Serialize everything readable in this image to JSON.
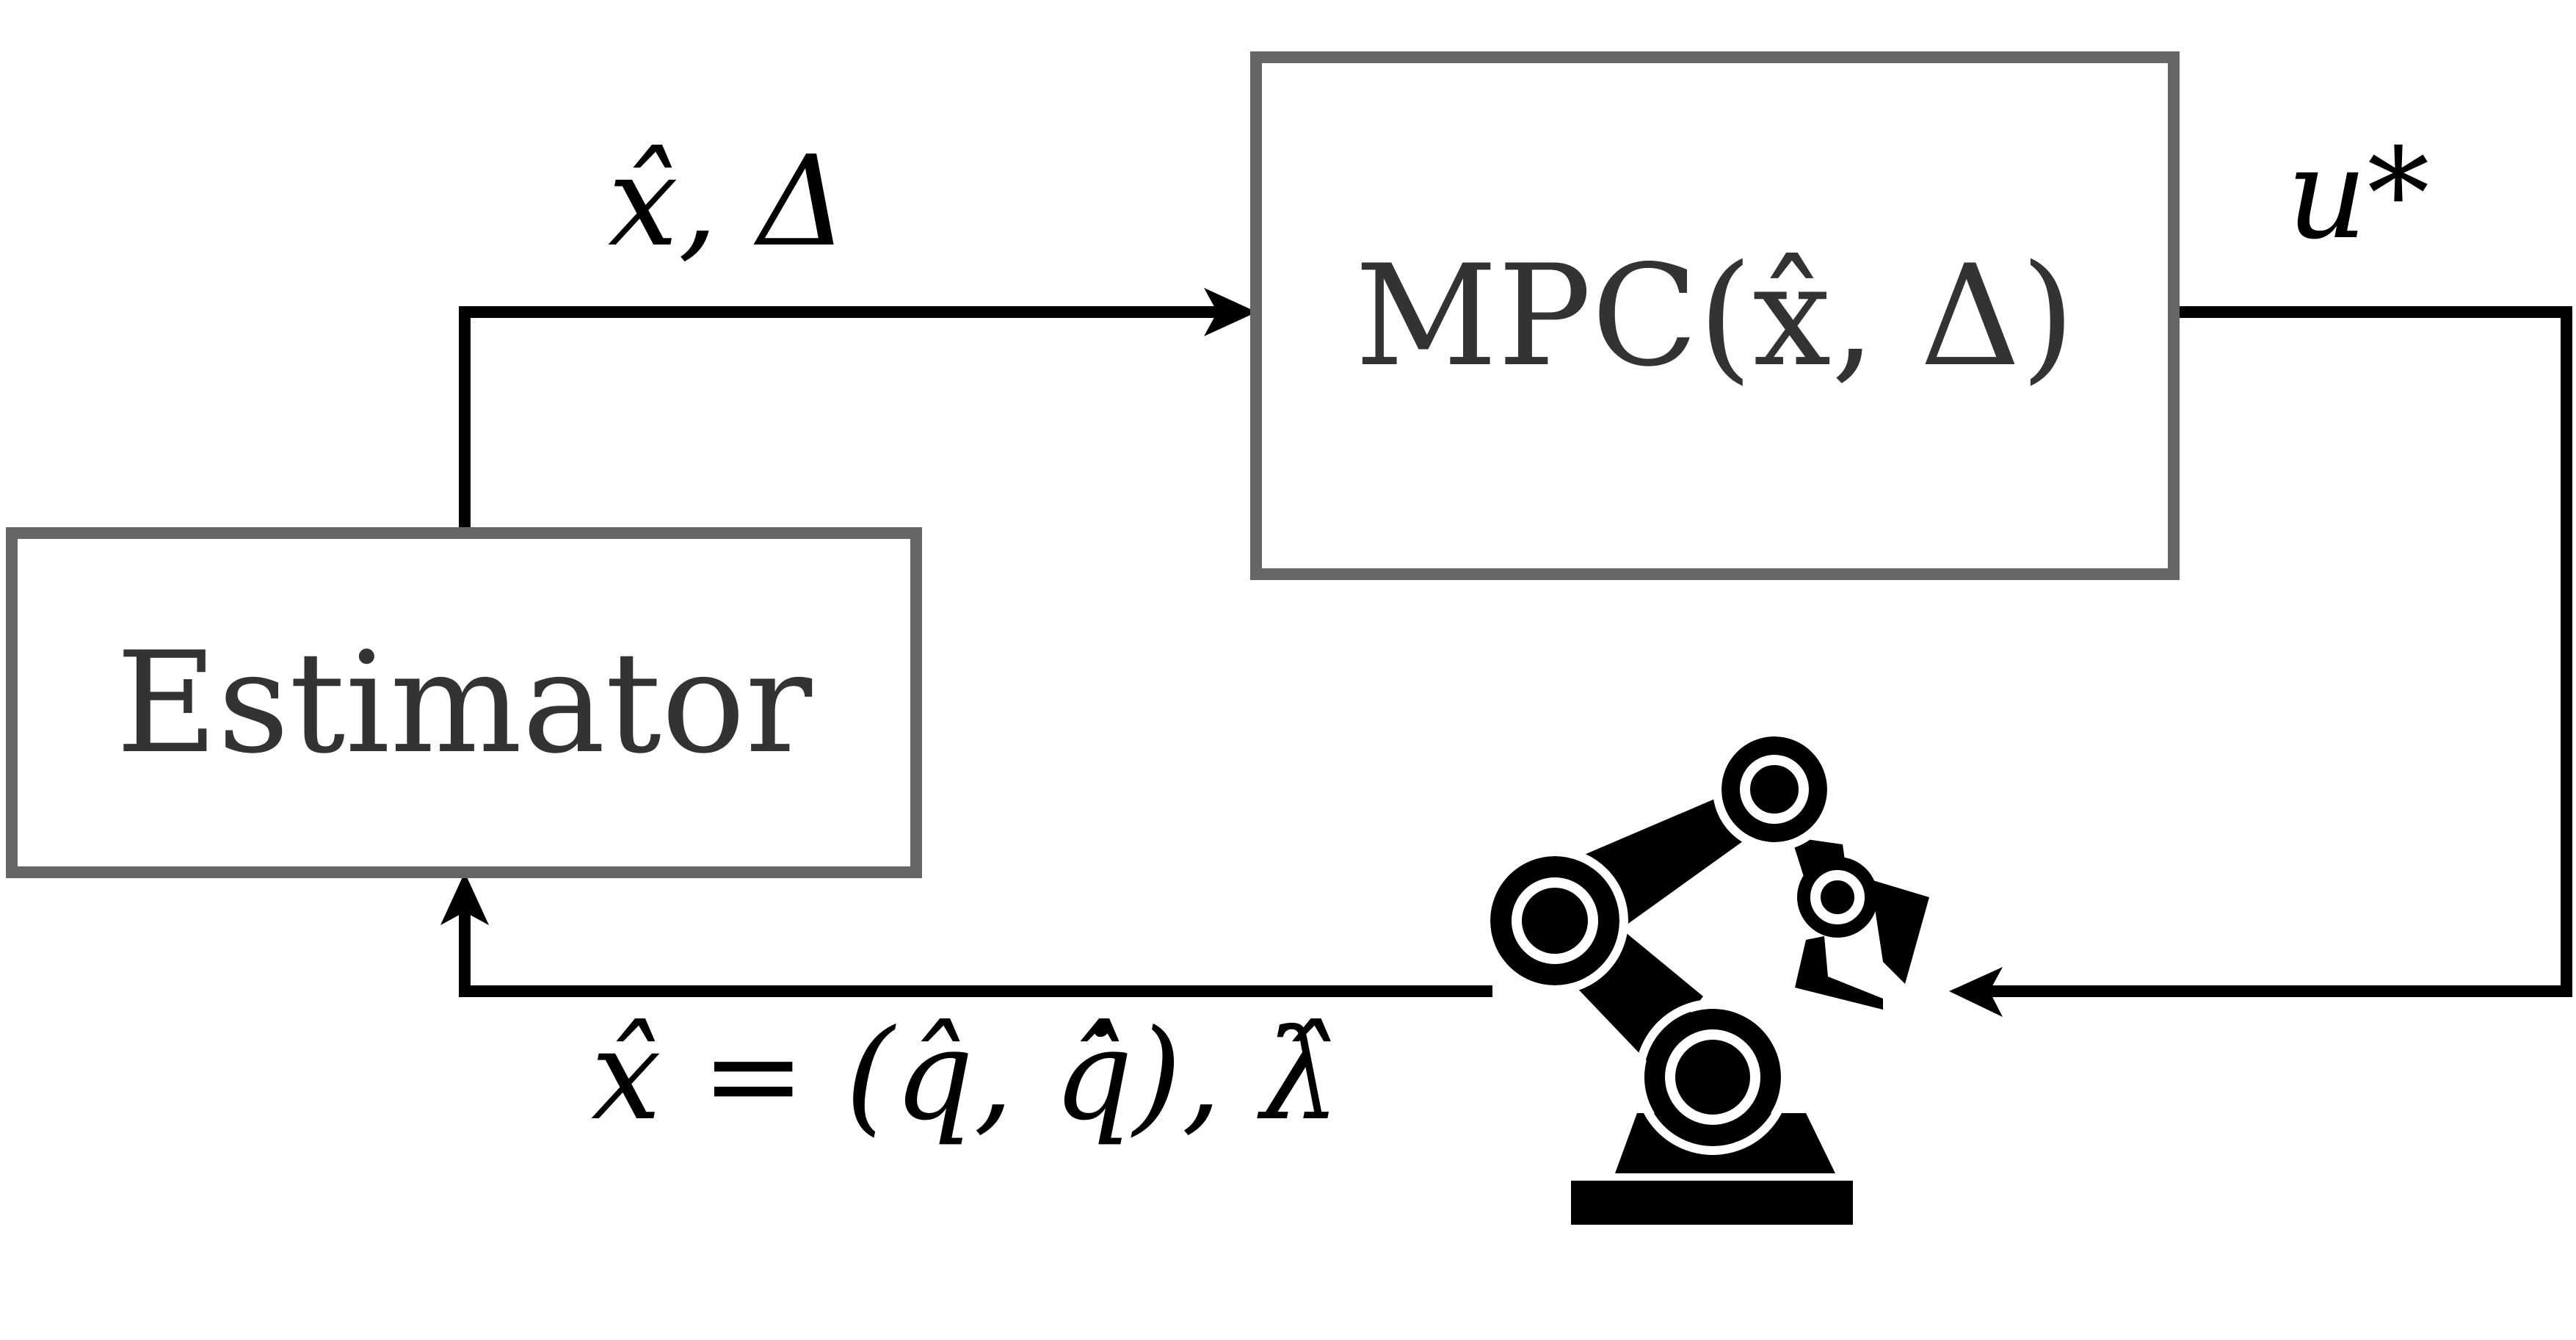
{
  "blocks": {
    "estimator": "Estimator",
    "mpc": "MPC(x̂, Δ)"
  },
  "signals": {
    "estimate_to_mpc": "x̂, Δ",
    "control_output": "u*",
    "feedback": "x̂ = (q̂, q̂̇), λ̂"
  },
  "icons": {
    "plant": "robot-arm-icon"
  },
  "colors": {
    "block_border": "#666666",
    "wire": "#000000",
    "text": "#333333"
  }
}
